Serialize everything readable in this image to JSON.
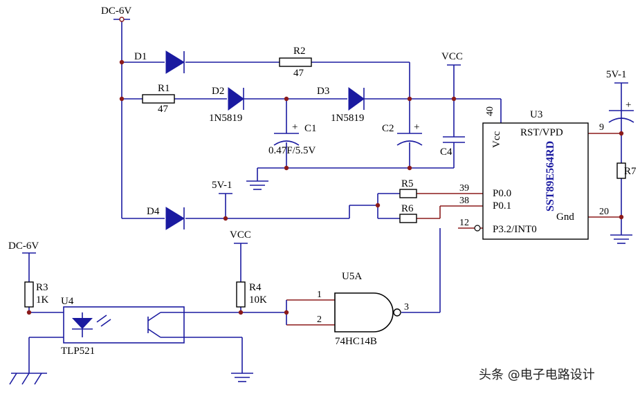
{
  "labels": {
    "dc6v_top": "DC-6V",
    "dc6v_left": "DC-6V",
    "vcc_top": "VCC",
    "vcc_mid": "VCC",
    "v5_top": "5V-1",
    "v5_mid": "5V-1",
    "d1": "D1",
    "d2": "D2",
    "d2_val": "1N5819",
    "d3": "D3",
    "d3_val": "1N5819",
    "d4": "D4",
    "r1": "R1",
    "r1_val": "47",
    "r2": "R2",
    "r2_val": "47",
    "r3": "R3",
    "r3_val": "1K",
    "r4": "R4",
    "r4_val": "10K",
    "r5": "R5",
    "r6": "R6",
    "r7": "R7",
    "c1": "C1",
    "c1_val": "0.47F/5.5V",
    "c2": "C2",
    "c4": "C4",
    "u3": "U3",
    "u3_part": "SST89E564RD",
    "u3_vcc": "Vcc",
    "u3_rst": "RST/VPD",
    "u3_p00": "P0.0",
    "u3_p01": "P0.1",
    "u3_p32": "P3.2/INT0",
    "u3_gnd": "Gnd",
    "pin40": "40",
    "pin9": "9",
    "pin39": "39",
    "pin38": "38",
    "pin12": "12",
    "pin20": "20",
    "u4": "U4",
    "u4_part": "TLP521",
    "u5a": "U5A",
    "u5a_part": "74HC14B",
    "u5_in1": "1",
    "u5_in2": "2",
    "u5_out": "3",
    "plus": "+",
    "watermark": "头条 @电子电路设计"
  }
}
